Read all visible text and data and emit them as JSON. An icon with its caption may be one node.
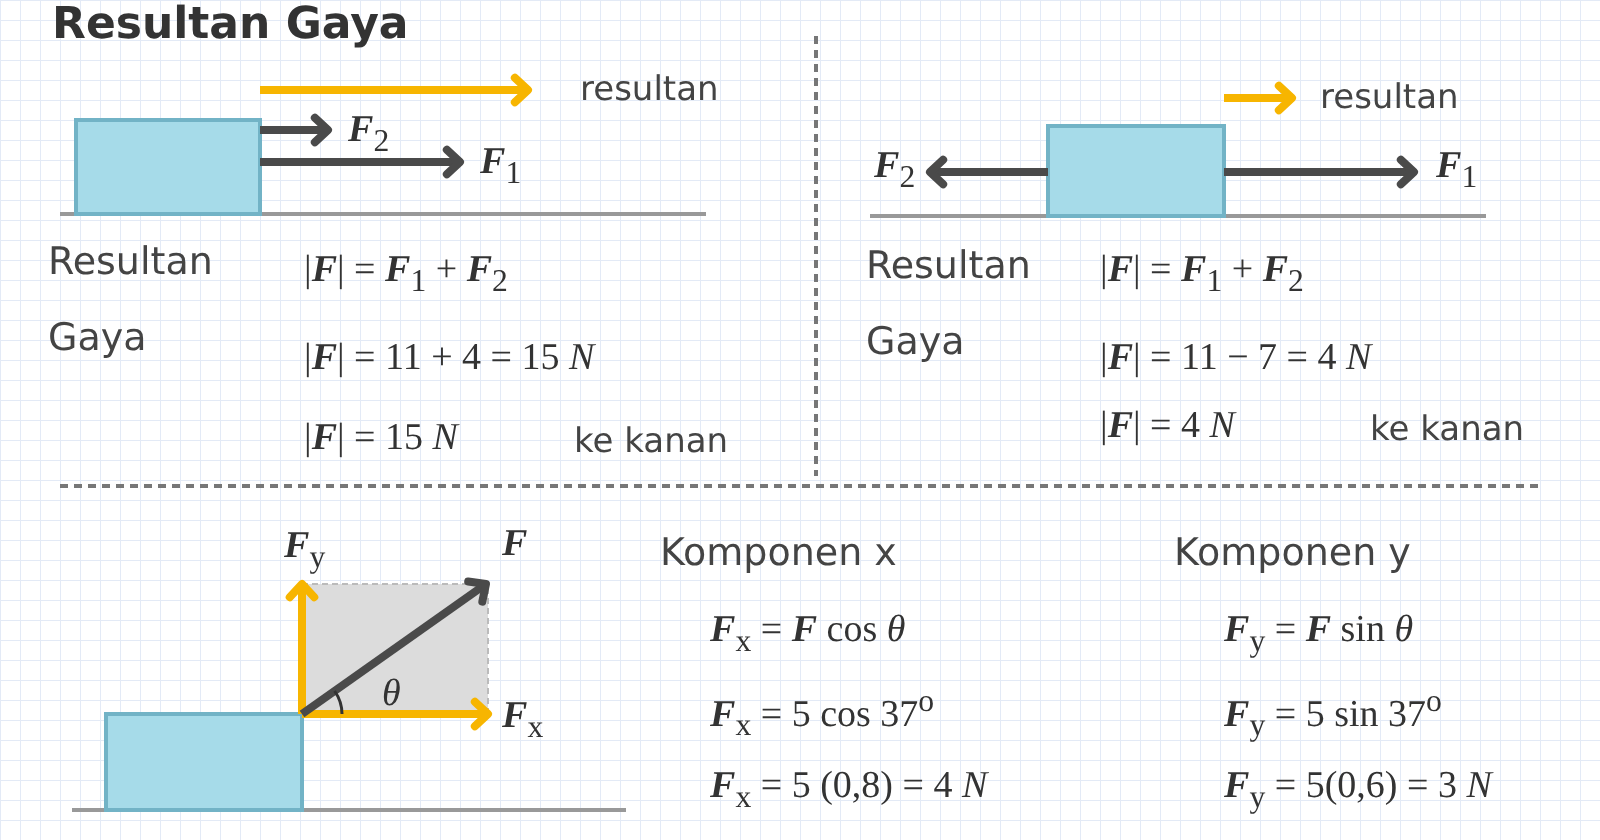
{
  "diagram": {
    "title": "Resultan Gaya",
    "nodes": [
      {
        "text": [],
        "shape": "box"
      },
      {
        "text": [],
        "shape": "box"
      },
      {
        "text": [],
        "shape": "box"
      }
    ],
    "labels": [
      "resultan",
      "**F**$_{2}$",
      "**F**$_{1}$",
      "Resultan Gaya",
      "|**F**| = **F**$_{1}$ + **F**$_{2}$",
      "|**F**| = 11 + 4 = 15 *N*",
      "|**F**| = 15 *N*",
      "ke kanan",
      "resultan",
      "**F**$_{2}$",
      "**F**$_{1}$",
      "Resultan Gaya",
      "|**F**| = **F**$_{1}$ + **F**$_{2}$",
      "|**F**| = 11 − 7 = 4 *N*",
      "|**F**| = 4 *N*",
      "ke kanan",
      "**F**$_{y}$",
      "**F**",
      "*θ*",
      "**F**$_{x}$",
      "Komponen x",
      "Komponen y",
      "**F**$_{x}$ = **F** cos *θ*",
      "**F**$_{y}$ = **F** sin *θ*",
      "**F**$_{x}$ = 5 cos 37$^{o}$",
      "**F**$_{y}$ = 5 sin 37$^{o}$",
      "**F**$_{x}$ = 5 (0,8) = 4 *N*",
      "**F**$_{y}$ = 5(0,6) = 3 *N*"
    ]
  }
}
